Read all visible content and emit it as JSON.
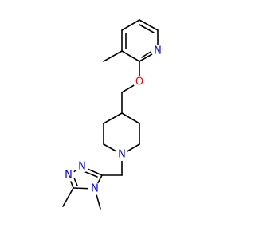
{
  "atoms": {
    "pyridine_n": {
      "label": "N",
      "color": "#0000ff"
    },
    "ether_o": {
      "label": "O",
      "color": "#ff0000"
    },
    "piperidine_n": {
      "label": "N",
      "color": "#0000ff"
    },
    "triazole_n1": {
      "label": "N",
      "color": "#0000ff"
    },
    "triazole_n2": {
      "label": "N",
      "color": "#0000ff"
    },
    "triazole_n4": {
      "label": "N",
      "color": "#0000ff"
    }
  }
}
